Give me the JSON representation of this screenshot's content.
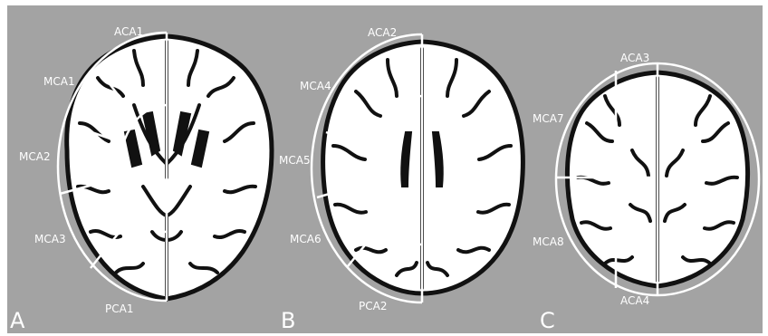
{
  "panels": [
    {
      "letter": "A",
      "regions": [
        "ACA1",
        "MCA1",
        "MCA2",
        "MCA3",
        "PCA1"
      ]
    },
    {
      "letter": "B",
      "regions": [
        "ACA2",
        "MCA4",
        "MCA5",
        "MCA6",
        "PCA2"
      ]
    },
    {
      "letter": "C",
      "regions": [
        "ACA3",
        "MCA7",
        "MCA8",
        "ACA4"
      ]
    }
  ],
  "colors": {
    "background": "#a3a3a3",
    "brain_outline": "#111111",
    "territory_lines": "#ffffff",
    "labels": "#ffffff"
  }
}
